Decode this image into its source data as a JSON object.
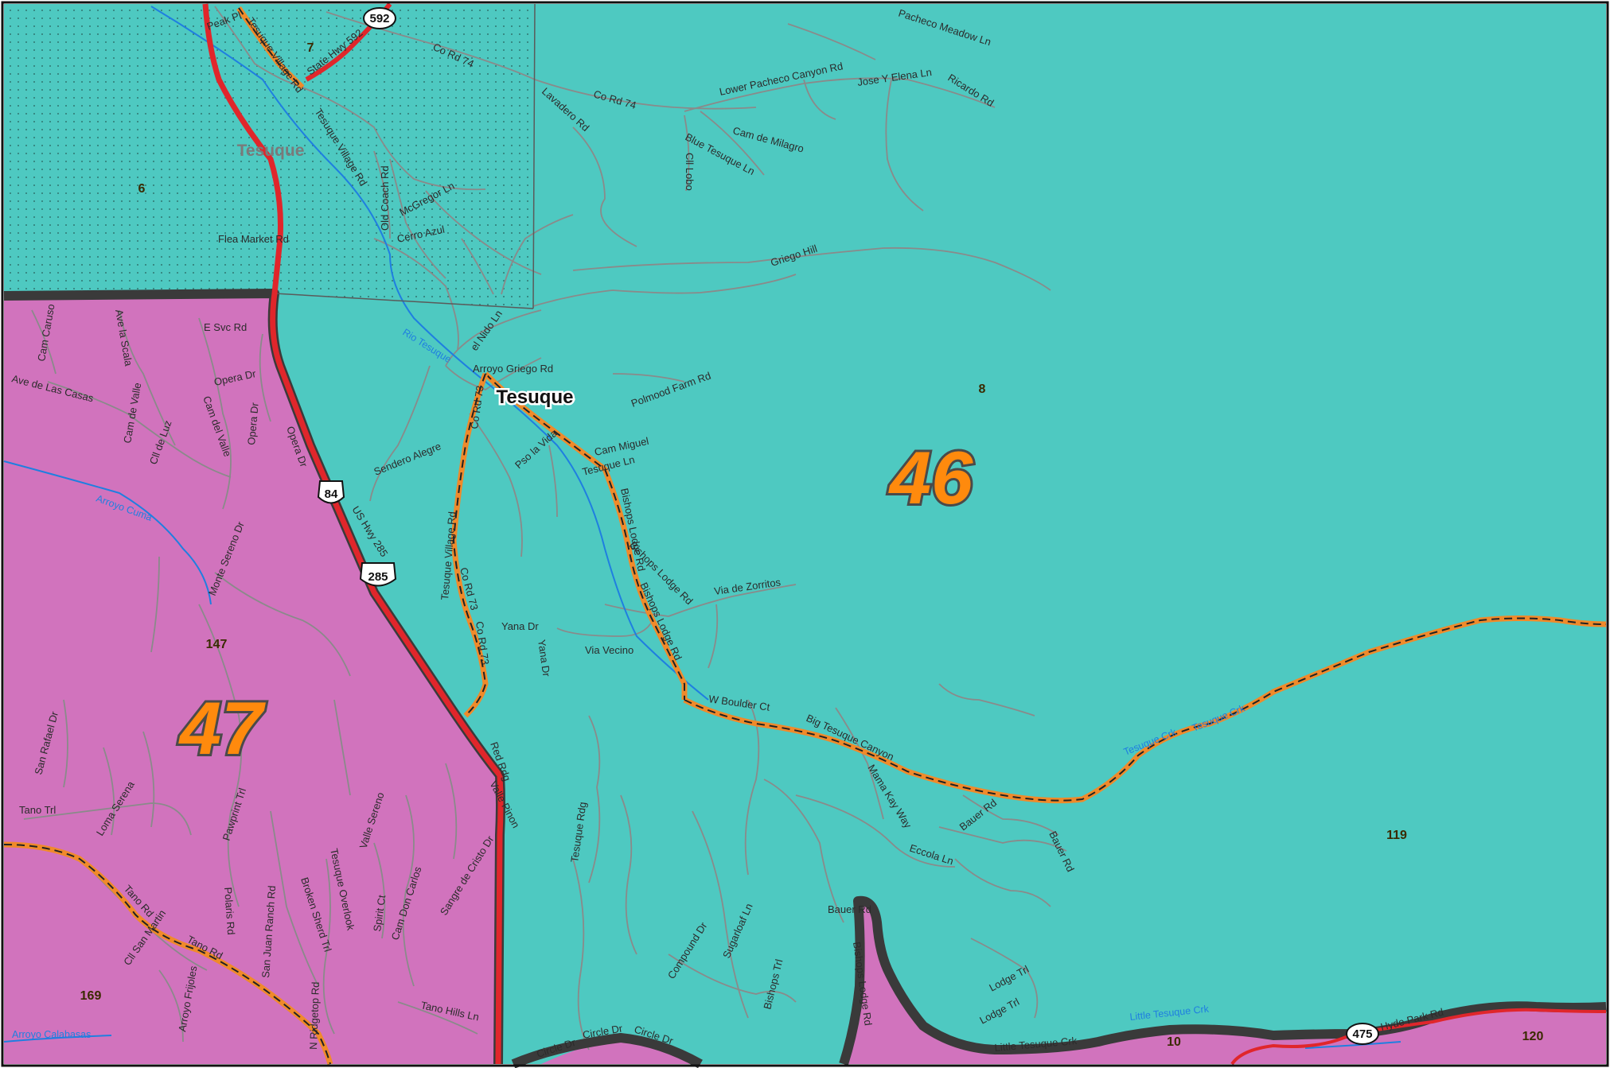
{
  "colors": {
    "district_46": "#4ec9c1",
    "district_47": "#d173bd",
    "precinct_boundary": "#3a3a3a",
    "highway": "#e0262b",
    "water": "#1f7fe0",
    "minor_road": "#8a8a8a",
    "railroad_orange": "#f08a2a"
  },
  "districts": [
    {
      "label": "46",
      "name": "district-46"
    },
    {
      "label": "47",
      "name": "district-47"
    }
  ],
  "precincts": [
    "7",
    "6",
    "8",
    "147",
    "119",
    "169",
    "10",
    "120"
  ],
  "places": {
    "tesuque_gray": "Tesuque",
    "tesuque_main": "Tesuque"
  },
  "shields": {
    "us84": "84",
    "us285": "285",
    "nm592": "592",
    "nm475": "475"
  },
  "water_labels": [
    "Rio Tesuque",
    "Arroyo Cuma",
    "Tesuque Crk",
    "Tesuque Crk",
    "Little Tesuque Crk",
    "Arroyo Calabasas"
  ],
  "road_labels": [
    "Peak Pl",
    "Tesuque Village Rd",
    "State Hwy 592",
    "Co Rd 74",
    "Tesuque Village Rd",
    "Old Coach Rd",
    "McGregor Ln",
    "Cerro Azul",
    "Flea Market Rd",
    "Pacheco Meadow Ln",
    "Lower Pacheco Canyon Rd",
    "Jose Y Elena Ln",
    "Ricardo Rd",
    "Lavadero Rd",
    "Co Rd 74",
    "Blue Tesuque Ln",
    "Cam de Milagro",
    "Cll Lobo",
    "Griego Hill",
    "E Svc Rd",
    "Cam Caruso",
    "Ave la Scala",
    "Ave de Las Casas",
    "Cam de Valle",
    "Opera Dr",
    "Cam del Valle",
    "Opera Dr",
    "Opera Dr",
    "Cll de Luz",
    "el Nido Ln",
    "Arroyo Griego Rd",
    "Polmood Farm Rd",
    "Sendero Alegre",
    "Co Rd 73",
    "Pso la Vida",
    "Cam Miguel",
    "Tesuque Ln",
    "Bishops Lodge Rd",
    "Tesuque Village Rd",
    "US Hwy 285",
    "Monte Sereno Dr",
    "Co Rd 73",
    "Co Rd 73",
    "Yana Dr",
    "Yana Dr",
    "Via Vecino",
    "Bishops Lodge Rd",
    "Bishops Lodge Rd",
    "Via de Zorritos",
    "W Boulder Ct",
    "Big Tesuque Canyon",
    "Mama Kay Way",
    "Bauer Rd",
    "Bauer Rd",
    "Eccola Ln",
    "San Rafael Dr",
    "Tano Trl",
    "Loma Serena",
    "Pawprint Trl",
    "Valle Sereno",
    "Red Rdg",
    "Valle Pinon",
    "Tesuque Overlook",
    "Sangre de Cristo Dr",
    "Cam Don Carlos",
    "Spirit Ct",
    "Broken Sherd Trl",
    "San Juan Ranch Rd",
    "Polaris Rd",
    "Tano Rd",
    "Cll San Martin",
    "Tano Rd",
    "Arroyo Frijoles",
    "N Ridgetop Rd",
    "Tano Hills Ln",
    "Tesuque Rdg",
    "Compound Dr",
    "Sugarloaf Ln",
    "Bishops Trl",
    "Bauer Rd",
    "Bishops Lodge Rd",
    "Lodge Trl",
    "Lodge Trl",
    "Little Tesuque Crk",
    "Hyde Park Rd",
    "Circle Dr",
    "Circle Dr",
    "Circle Dr"
  ]
}
